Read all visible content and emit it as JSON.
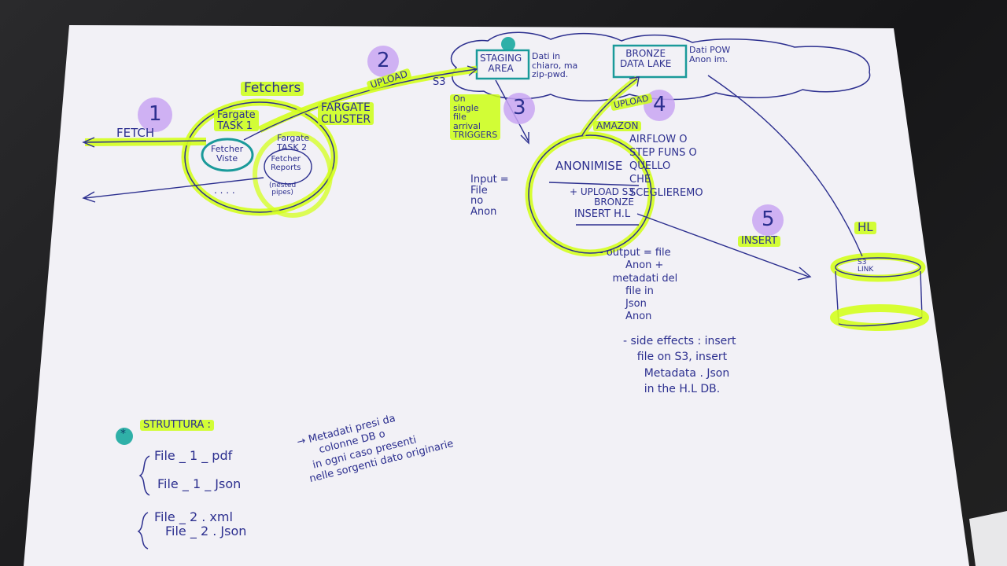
{
  "colors": {
    "ink": "#2c2f8f",
    "highlighter": "#d4ff1e",
    "step_circle": "#c9a6f2",
    "teal": "#1a9a9a",
    "paper": "#f2f1f6"
  },
  "steps": {
    "s1": "1",
    "s2": "2",
    "s3": "3",
    "s4": "4",
    "s5": "5"
  },
  "labels": {
    "fetch": "FETCH",
    "fetchers": "Fetchers",
    "upload_2": "UPLOAD",
    "s3": "S3",
    "fargate_cluster": "FARGATE\nCLUSTER",
    "fargate_task1": "Fargate\nTASK 1",
    "fargate_task2": "Fargate\nTASK 2",
    "fetcher_viste": "Fetcher\nViste",
    "fetcher_reports": "Fetcher\nReports",
    "nested_pipes": "(nested\npipes)",
    "dots": ". . . .",
    "staging_area": "STAGING\nAREA",
    "staging_note": "Dati in\nchiaro, ma\nzip-pwd.",
    "bronze_data_lake": "BRONZE\nDATA LAKE",
    "bronze_note": "Dati POW\nAnon im.",
    "on_single_file": "On\nsingle\nfile\narrival\nTRIGGERS",
    "input": "Input =\nFile\nno\nAnon",
    "anonimise": "ANONIMISE",
    "upload_s3_bronze": "+ UPLOAD S3\nBRONZE",
    "insert_hl": "INSERT H.L",
    "upload_4": "UPLOAD",
    "amazon": "AMAZON",
    "airflow": "AIRFLOW O\nSTEP FUNS O\nQUELLO\nCHE\nSCEGLIEREMO",
    "insert_5": "INSERT",
    "hl_title": "HL",
    "s3_link": "S3\nLINK",
    "output": "- output = file\n        Anon +\n    metadati del\n        file in\n        Json\n        Anon",
    "side_effects": "- side effects : insert\n    file on S3, insert\n      Metadata . Json\n      in the H.L DB.",
    "struttura_marker": "*",
    "struttura": "STRUTTURA :",
    "file_1_pdf": "File _ 1 _ pdf",
    "file_1_json": "File _ 1 _ Json",
    "arrow_note": "→ Metadati presi da\n      colonne DB o\n   in ogni caso presenti\n nelle sorgenti dato originarie",
    "file_2_xml": "File _ 2 . xml",
    "file_2_json": "File _ 2 . Json"
  }
}
